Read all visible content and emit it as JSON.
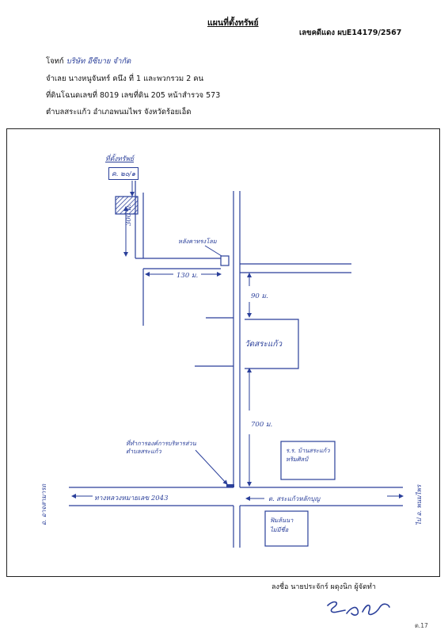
{
  "header": {
    "title": "แผนที่ตั้งทรัพย์",
    "case_no": "เลขคดีแดง ผบE14179/2567"
  },
  "info": {
    "plaintiff_label": "โจทก์",
    "plaintiff_name": "บริษัท อีซีบาย จำกัด",
    "defendant": "จำเลย นางหนูจันทร์ คนึง ที่ 1 และพวกรวม 2 คน",
    "deed": "ที่ดินโฉนดเลขที่ 8019 เลขที่ดิน 205 หน้าสำรวจ 573",
    "location": "ตำบลสระแก้ว อำเภอพนมไพร จังหวัดร้อยเอ็ด"
  },
  "map": {
    "property_label": "ที่ตั้งทรัพย์",
    "property_number": "ค. ๒๐/๑",
    "distance_300": "300 ม.",
    "distance_130": "130 ม.",
    "distance_90": "90 ม.",
    "distance_700": "700 ม.",
    "house_label": "หลังคาทรงโลม",
    "temple": "วัดสระแก้ว",
    "tao_office": "ที่ทำการองค์การบริหารส่วนตำบลสระแก้ว",
    "school": "ร.ร. บ้านสระแก้ว หริมศิลป์",
    "highway": "ทางหลวงหมายเลข 2043",
    "road_right": "ต. สระแก้วหลักบุญ",
    "direction_left": "อ. อาจสามารถ",
    "direction_right": "ไป อ. พนมไพร",
    "field": "ฟิมล้นนา ไม่มีชื่อ"
  },
  "footer": {
    "signer": "ลงชื่อ นายประจักร์ ผดุงนิก ผู้จัดทำ",
    "page_number": "ต.17"
  }
}
